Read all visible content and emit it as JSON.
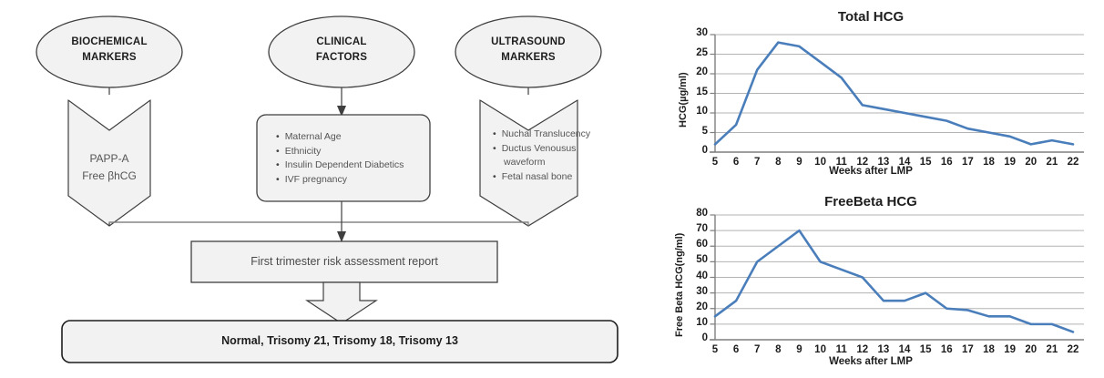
{
  "diagram": {
    "nodes": {
      "biochemical": {
        "line1": "BIOCHEMICAL",
        "line2": "MARKERS"
      },
      "clinical": {
        "line1": "CLINICAL",
        "line2": "FACTORS"
      },
      "ultrasound": {
        "line1": "ULTRASOUND",
        "line2": "MARKERS"
      }
    },
    "biochemical_items": [
      "PAPP-A",
      "Free βhCG"
    ],
    "clinical_items": [
      "Maternal Age",
      "Ethnicity",
      "Insulin Dependent Diabetics",
      "IVF pregnancy"
    ],
    "ultrasound_items": [
      "Nuchal Translucency",
      "Ductus Venousus",
      "waveform",
      "Fetal nasal bone"
    ],
    "report_box": "First trimester risk assessment report",
    "result_box": "Normal, Trisomy 21, Trisomy 18, Trisomy 13",
    "colors": {
      "fill": "#f2f2f2",
      "stroke": "#3f3f3f"
    }
  },
  "chart_data": [
    {
      "type": "line",
      "title": "Total HCG",
      "xlabel": "Weeks after LMP",
      "ylabel": "HCG(µg/ml)",
      "categories": [
        5,
        6,
        7,
        8,
        9,
        10,
        11,
        12,
        13,
        14,
        15,
        16,
        17,
        18,
        19,
        20,
        21,
        22
      ],
      "values": [
        2,
        7,
        21,
        28,
        27,
        23,
        19,
        12,
        11,
        10,
        9,
        8,
        6,
        5,
        4,
        2,
        3,
        2
      ],
      "xticks": [
        "5",
        "6",
        "7",
        "8",
        "9",
        "10",
        "11",
        "12",
        "13",
        "14",
        "15",
        "16",
        "17",
        "18",
        "19",
        "20",
        "21",
        "22"
      ],
      "yticks": [
        "0",
        "5",
        "10",
        "15",
        "20",
        "25",
        "30"
      ],
      "ylim": [
        0,
        30
      ],
      "grid": true,
      "legend": "none",
      "line_color": "#4a7ebb"
    },
    {
      "type": "line",
      "title": "FreeBeta HCG",
      "xlabel": "Weeks after LMP",
      "ylabel": "Free Beta HCG(ng/ml)",
      "categories": [
        5,
        6,
        7,
        8,
        9,
        10,
        11,
        12,
        13,
        14,
        15,
        16,
        17,
        18,
        19,
        20,
        21,
        22
      ],
      "values": [
        15,
        25,
        50,
        60,
        70,
        50,
        45,
        40,
        25,
        25,
        30,
        20,
        19,
        15,
        15,
        10,
        10,
        5
      ],
      "xticks": [
        "5",
        "6",
        "7",
        "8",
        "9",
        "10",
        "11",
        "12",
        "13",
        "14",
        "15",
        "16",
        "17",
        "18",
        "19",
        "20",
        "21",
        "22"
      ],
      "yticks": [
        "0",
        "10",
        "20",
        "30",
        "40",
        "50",
        "60",
        "70",
        "80"
      ],
      "ylim": [
        0,
        80
      ],
      "grid": true,
      "legend": "none",
      "line_color": "#4a7ebb"
    }
  ]
}
